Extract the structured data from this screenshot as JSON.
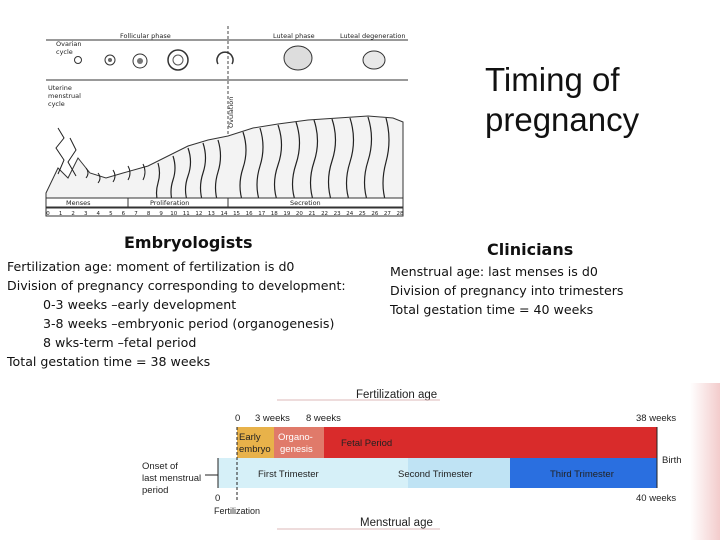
{
  "title": "Timing of pregnancy",
  "figure": {
    "ovarian_label": [
      "Ovarian",
      "cycle"
    ],
    "follicular_label": "Follicular phase",
    "luteal_label": "Luteal phase",
    "luteal_degen_label": "Luteal degeneration",
    "uterine_label": [
      "Uterine",
      "menstrual",
      "cycle"
    ],
    "ovulation_label": "Ovulation",
    "menses_label": "Menses",
    "proliferation_label": "Proliferation",
    "secretion_label": "Secretion",
    "day_ticks": [
      "0",
      "1",
      "2",
      "3",
      "4",
      "5",
      "6",
      "7",
      "8",
      "9",
      "10",
      "11",
      "12",
      "13",
      "14",
      "15",
      "16",
      "17",
      "18",
      "19",
      "20",
      "21",
      "22",
      "23",
      "24",
      "25",
      "26",
      "27",
      "28"
    ]
  },
  "embryologists": {
    "heading": "Embryologists",
    "lines": [
      "Fertilization age: moment of fertilization is d0",
      "Division of pregnancy corresponding to development:",
      "0-3 weeks –early development",
      "3-8 weeks –embryonic period (organogenesis)",
      "8 wks-term –fetal period",
      "Total gestation time = 38 weeks"
    ]
  },
  "clinicians": {
    "heading": "Clinicians",
    "lines": [
      "Menstrual age: last menses is d0",
      "Division of pregnancy into trimesters",
      "Total gestation time = 40 weeks"
    ]
  },
  "timeline": {
    "fertilization_age_label": "Fertilization age",
    "tick_0": "0",
    "tick_3": "3 weeks",
    "tick_8": "8 weeks",
    "tick_38": "38 weeks",
    "early_embryo": [
      "Early",
      "embryo"
    ],
    "organogenesis": [
      "Organo-",
      "genesis"
    ],
    "fetal_period": "Fetal Period",
    "onset_label": [
      "Onset of",
      "last menstrual",
      "period"
    ],
    "first_trimester": "First Trimester",
    "second_trimester": "Second Trimester",
    "third_trimester": "Third Trimester",
    "birth_label": "Birth",
    "bottom_0": "0",
    "bottom_40": "40 weeks",
    "fertilization_label": "Fertilization",
    "menstrual_age_label": "Menstrual age",
    "colors": {
      "early": "#e8b24a",
      "organo": "#e07a6a",
      "fetal": "#d92b2b",
      "first": "#d6f0f8",
      "second": "#bfe3f4",
      "third": "#2a6fe0"
    }
  }
}
